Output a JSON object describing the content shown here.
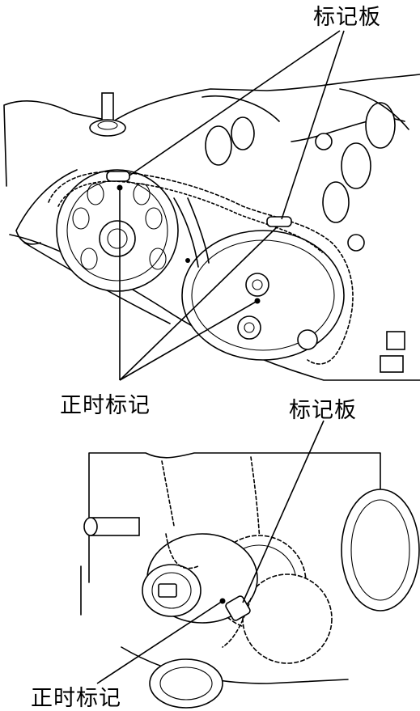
{
  "labels": {
    "top_plate": "标记板",
    "top_timing": "正时标记",
    "bottom_plate": "标记板",
    "bottom_timing": "正时标记"
  },
  "colors": {
    "ink": "#000000",
    "paper": "#ffffff"
  }
}
